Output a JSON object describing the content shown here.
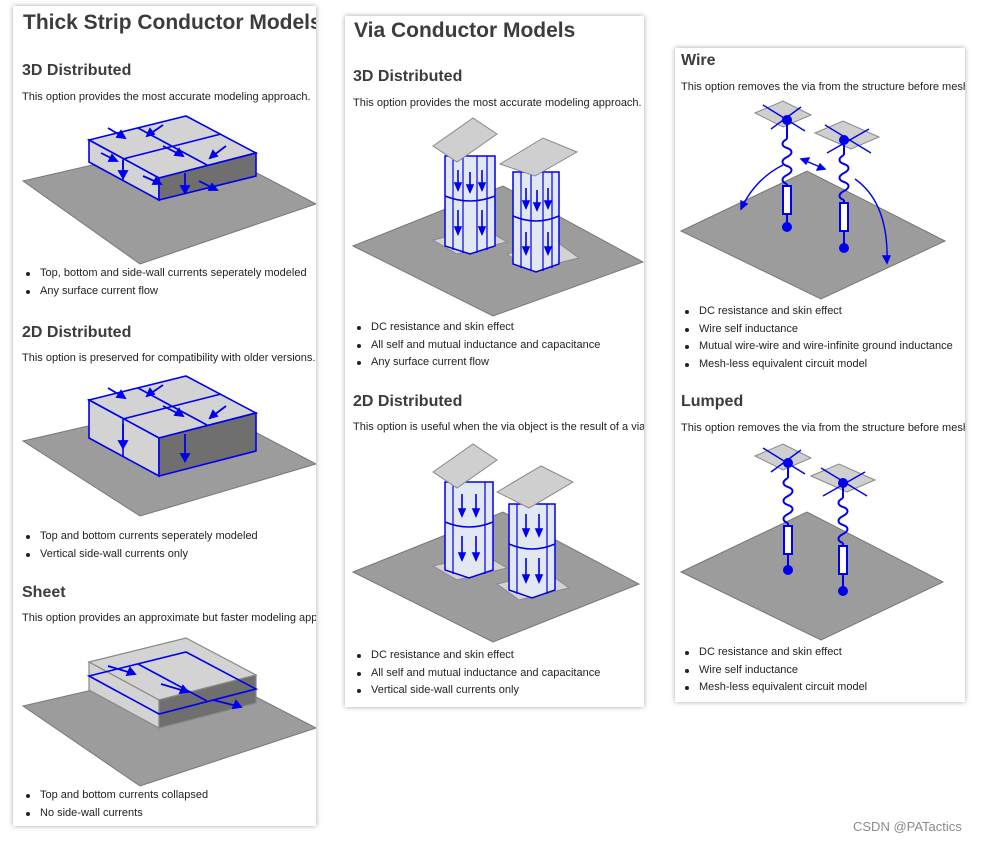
{
  "panels": {
    "thick": {
      "title": "Thick Strip Conductor Models",
      "sections": [
        {
          "heading": "3D Distributed",
          "desc": "This option provides the most accurate modeling approach.",
          "bullets": [
            "Top, bottom and side-wall currents seperately modeled",
            "Any surface current flow"
          ]
        },
        {
          "heading": "2D Distributed",
          "desc": "This option is preserved for compatibility with older versions.",
          "bullets": [
            "Top and bottom currents seperately modeled",
            "Vertical side-wall currents only"
          ]
        },
        {
          "heading": "Sheet",
          "desc": "This option provides an approximate but faster modeling approach.",
          "bullets": [
            "Top and bottom currents collapsed",
            "No side-wall currents"
          ]
        }
      ]
    },
    "via": {
      "title": "Via Conductor Models",
      "sections": [
        {
          "heading": "3D Distributed",
          "desc": "This option provides the most accurate modeling approach.",
          "bullets": [
            "DC resistance and skin effect",
            "All self and mutual inductance and capacitance",
            "Any surface current flow"
          ]
        },
        {
          "heading": "2D Distributed",
          "desc": "This option is useful when the via object is the result of a via",
          "bullets": [
            "DC resistance and skin effect",
            "All self and mutual inductance and capacitance",
            "Vertical side-wall currents only"
          ]
        }
      ]
    },
    "wire": {
      "sections": [
        {
          "heading": "Wire",
          "desc": "This option removes the via from the structure before meshing",
          "bullets": [
            "DC resistance and skin effect",
            "Wire self inductance",
            "Mutual wire-wire and wire-infinite ground inductance",
            "Mesh-less equivalent circuit model"
          ]
        },
        {
          "heading": "Lumped",
          "desc": "This option removes the via from the structure before meshing",
          "bullets": [
            "DC resistance and skin effect",
            "Wire self inductance",
            "Mesh-less equivalent circuit model"
          ]
        }
      ]
    }
  },
  "watermark": "CSDN @PATactics",
  "colors": {
    "current": "#0000ee",
    "plane": "#9c9c9c",
    "conductor": "#d3d3d3",
    "heading": "#3c3c3c"
  }
}
